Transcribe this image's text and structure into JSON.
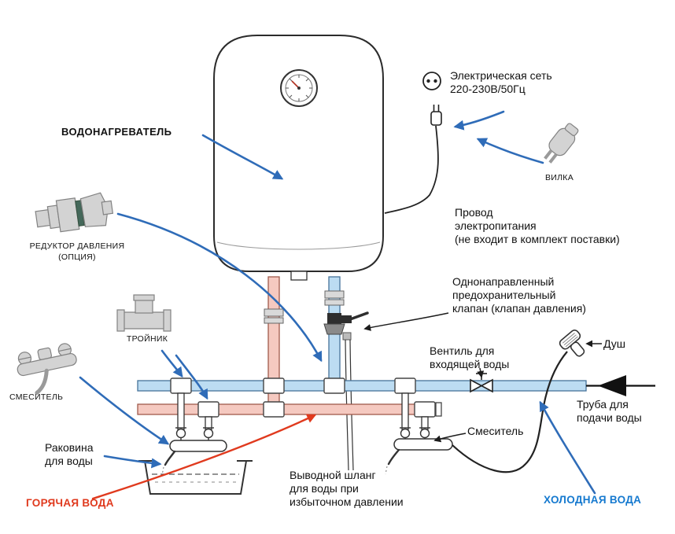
{
  "colors": {
    "hot": "#e03a1e",
    "cold": "#1579cf",
    "arrow": "#2f6cb8",
    "pipe_hot_fill": "#f5c9c0",
    "pipe_hot_stroke": "#a05a4c",
    "pipe_cold_fill": "#bcdcf2",
    "pipe_cold_stroke": "#46749a"
  },
  "labels": {
    "heater": "ВОДОНАГРЕВАТЕЛЬ",
    "electric": "Электрическая сеть\n220-230В/50Гц",
    "plug": "ВИЛКА",
    "cord": "Провод\nэлектропитания\n(не входит в комплект поставки)",
    "reducer": "РЕДУКТОР ДАВЛЕНИЯ\n(ОПЦИЯ)",
    "tee": "ТРОЙНИК",
    "mixer_left": "СМЕСИТЕЛЬ",
    "safety_valve": "Однонаправленный\nпредохранительный\nклапан (клапан давления)",
    "inlet_valve": "Вентиль для\nвходящей воды",
    "shower": "Душ",
    "supply_pipe": "Труба для\nподачи воды",
    "sink": "Раковина\nдля воды",
    "hot_water": "ГОРЯЧАЯ ВОДА",
    "drain_hose": "Выводной шланг\nдля воды при\nизбыточном давлении",
    "mixer_right": "Смеситель",
    "cold_water": "ХОЛОДНАЯ ВОДА"
  }
}
